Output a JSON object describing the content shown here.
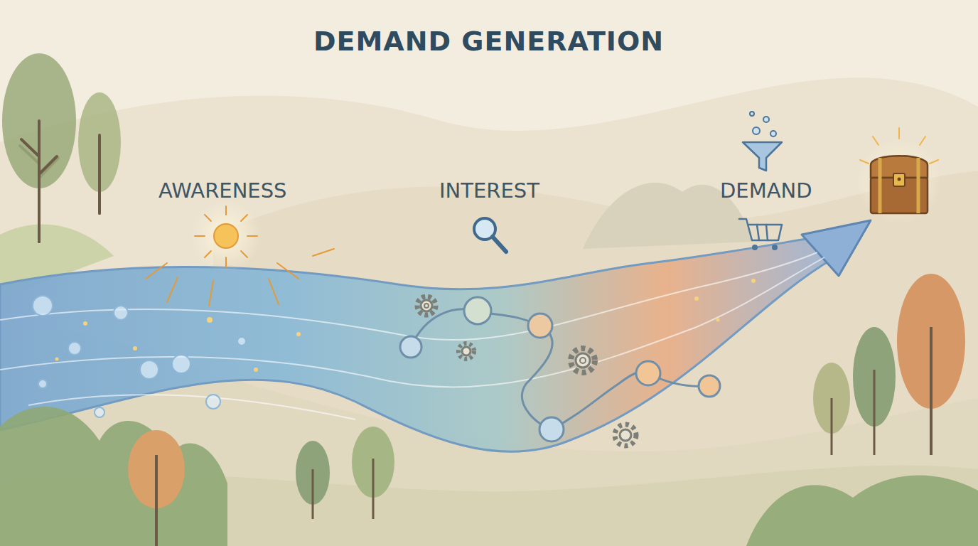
{
  "diagram": {
    "title": "DEMAND GENERATION",
    "labels": [
      "AWARENESS",
      "INTEREST",
      "DEMAND"
    ]
  }
}
